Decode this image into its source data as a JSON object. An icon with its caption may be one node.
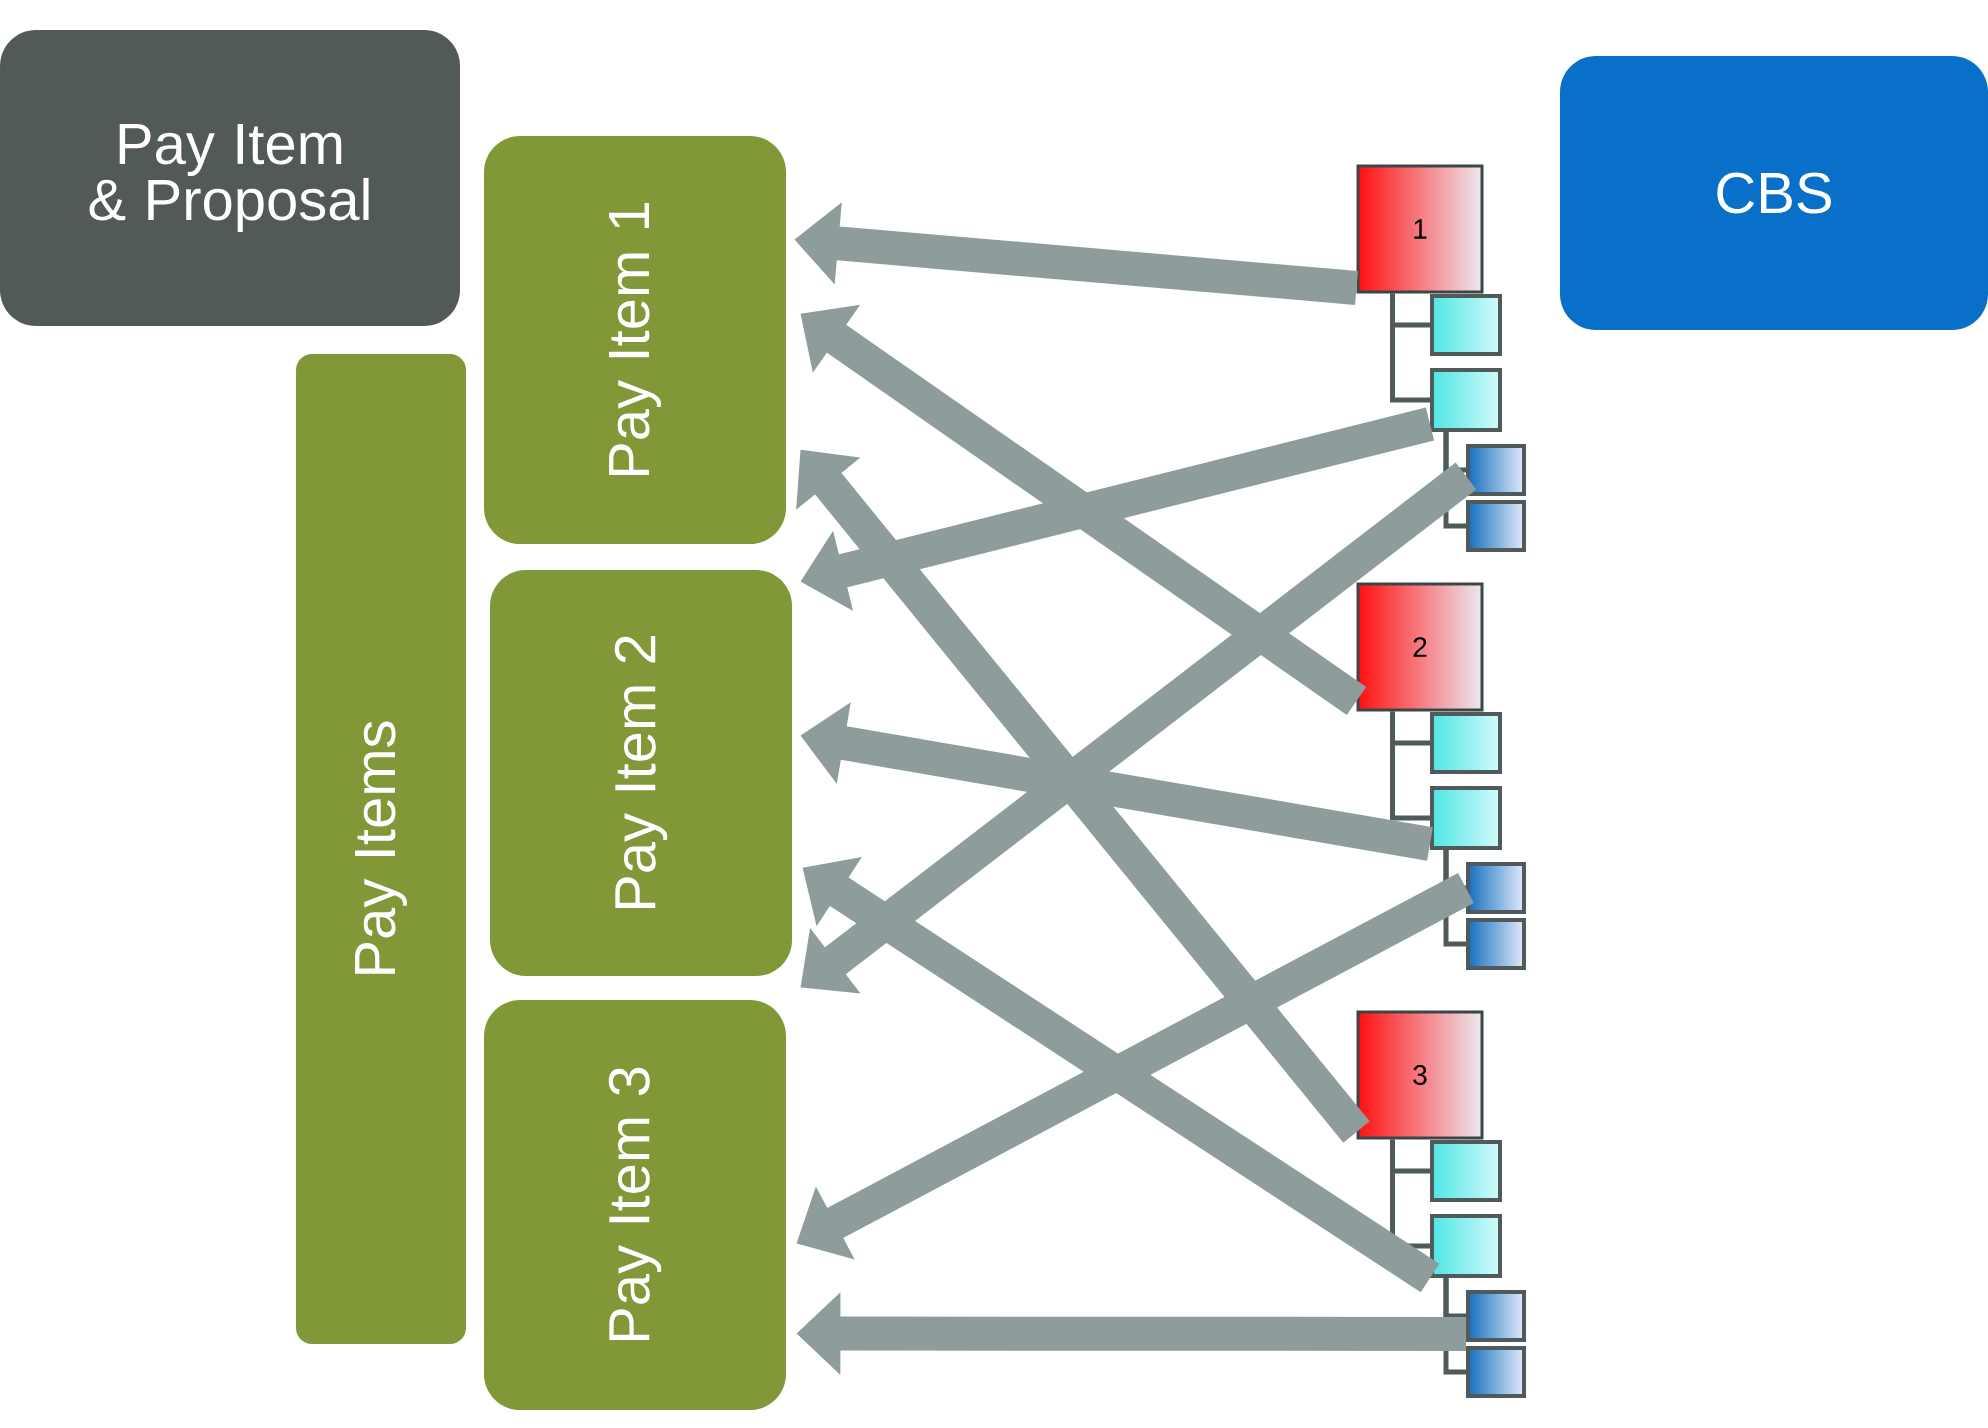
{
  "diagram": {
    "nodes": [
      {
        "text": [
          "Pay Item & Proposal"
        ]
      },
      {
        "text": [
          "CBS"
        ]
      },
      {
        "text": [
          "Pay Items"
        ]
      },
      {
        "text": [
          "Pay Item 1"
        ]
      },
      {
        "text": [
          "Pay Item 2"
        ]
      },
      {
        "text": [
          "Pay Item 3"
        ]
      },
      {
        "text": [
          "1"
        ]
      },
      {
        "text": [],
        "shape": "box"
      },
      {
        "text": [],
        "shape": "box"
      },
      {
        "text": [],
        "shape": "box"
      },
      {
        "text": [],
        "shape": "box"
      },
      {
        "text": [
          "2"
        ]
      },
      {
        "text": [],
        "shape": "box"
      },
      {
        "text": [],
        "shape": "box"
      },
      {
        "text": [],
        "shape": "box"
      },
      {
        "text": [],
        "shape": "box"
      },
      {
        "text": [
          "3"
        ]
      },
      {
        "text": [],
        "shape": "box"
      },
      {
        "text": [],
        "shape": "box"
      },
      {
        "text": [],
        "shape": "box"
      },
      {
        "text": [],
        "shape": "box"
      }
    ],
    "edges": [
      {
        "from": 6,
        "to": 7,
        "arrow": "none"
      },
      {
        "from": 6,
        "to": 8,
        "arrow": "none"
      },
      {
        "from": 8,
        "to": 9,
        "arrow": "none"
      },
      {
        "from": 8,
        "to": 10,
        "arrow": "none"
      },
      {
        "from": 11,
        "to": 12,
        "arrow": "none"
      },
      {
        "from": 11,
        "to": 13,
        "arrow": "none"
      },
      {
        "from": 13,
        "to": 14,
        "arrow": "none"
      },
      {
        "from": 13,
        "to": 15,
        "arrow": "none"
      },
      {
        "from": 16,
        "to": 17,
        "arrow": "none"
      },
      {
        "from": 16,
        "to": 18,
        "arrow": "none"
      },
      {
        "from": 18,
        "to": 19,
        "arrow": "none"
      },
      {
        "from": 18,
        "to": 20,
        "arrow": "none"
      },
      {
        "from": 6,
        "to": 3,
        "arrow": "to",
        "style": "thick",
        "color": "#8f9c9c"
      },
      {
        "from": 11,
        "to": 3,
        "arrow": "to",
        "style": "thick",
        "color": "#8f9c9c"
      },
      {
        "from": 8,
        "to": 4,
        "arrow": "to",
        "style": "thick",
        "color": "#8f9c9c"
      },
      {
        "from": 9,
        "to": 4,
        "arrow": "to",
        "style": "thick",
        "color": "#8f9c9c"
      },
      {
        "from": 16,
        "to": 3,
        "arrow": "to",
        "style": "thick",
        "color": "#8f9c9c"
      },
      {
        "from": 13,
        "to": 4,
        "arrow": "to",
        "style": "thick",
        "color": "#8f9c9c"
      },
      {
        "from": 14,
        "to": 5,
        "arrow": "to",
        "style": "thick",
        "color": "#8f9c9c"
      },
      {
        "from": 18,
        "to": 4,
        "arrow": "to",
        "style": "thick",
        "color": "#8f9c9c"
      },
      {
        "from": 19,
        "to": 5,
        "arrow": "to",
        "style": "thick",
        "color": "#8f9c9c"
      }
    ]
  }
}
